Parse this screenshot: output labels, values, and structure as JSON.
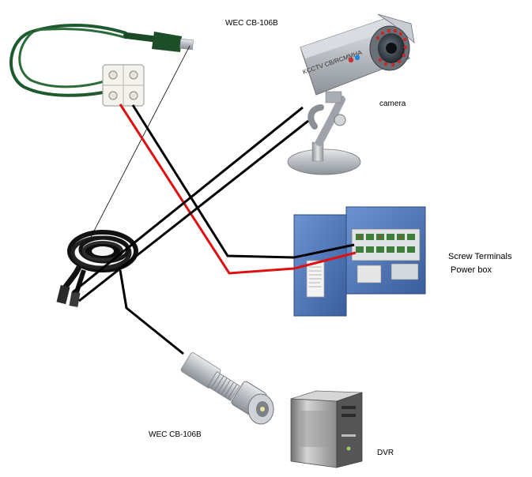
{
  "labels": {
    "top_connector": "WEC CB-106B",
    "camera": "camera",
    "screw_terminals": "Screw Terminals",
    "power_box": "Power box",
    "bottom_connector": "WEC CB-106B",
    "dvr": "DVR"
  },
  "camera_body_text": "KCCTV CB/RCMMHA",
  "colors": {
    "wire_red": "#e01010",
    "wire_black": "#000000",
    "cable_green": "#1e5a2e",
    "power_box_blue": "#4a74b8",
    "camera_silver": "#bfc4c8"
  },
  "icons": [
    "dc-power-plug",
    "terminal-block",
    "cctv-camera",
    "power-distribution-box",
    "coiled-siamese-cable",
    "bnc-connector",
    "dvr-tower"
  ]
}
